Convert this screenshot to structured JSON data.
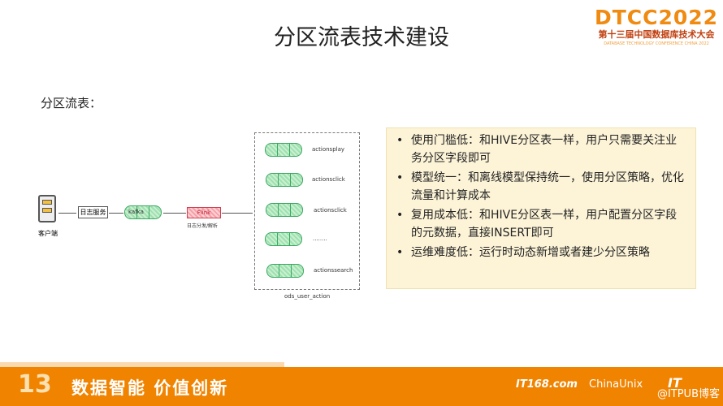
{
  "title": "分区流表技术建设",
  "logo": {
    "main": "DTCC2022",
    "cn": "第十三届中国数据库技术大会",
    "en": "DATABASE TECHNOLOGY CONFERENCE CHINA 2022"
  },
  "subtitle": "分区流表：",
  "diagram": {
    "client": "客户端",
    "log_service": "日志服务",
    "kafka": "kafka",
    "flink": "Flink",
    "flink_label": "日志分发/解析",
    "topics": [
      "actionsplay",
      "actionsclick",
      "actionsclick",
      "........",
      "actionssearch"
    ],
    "group_label": "ods_user_action"
  },
  "bullets": [
    "使用门槛低：和HIVE分区表一样，用户只需要关注业务分区字段即可",
    "模型统一：和离线模型保持统一，使用分区策略，优化流量和计算成本",
    "复用成本低：和HIVE分区表一样，用户配置分区字段的元数据，直接INSERT即可",
    "运维难度低：运行时动态新增或者建少分区策略"
  ],
  "footer": {
    "badge": "13",
    "slogan": "数据智能  价值创新",
    "partner1": "IT168.com",
    "partner2": "ChinaUnix",
    "partner3": "IT",
    "watermark": "@ITPUB博客"
  }
}
